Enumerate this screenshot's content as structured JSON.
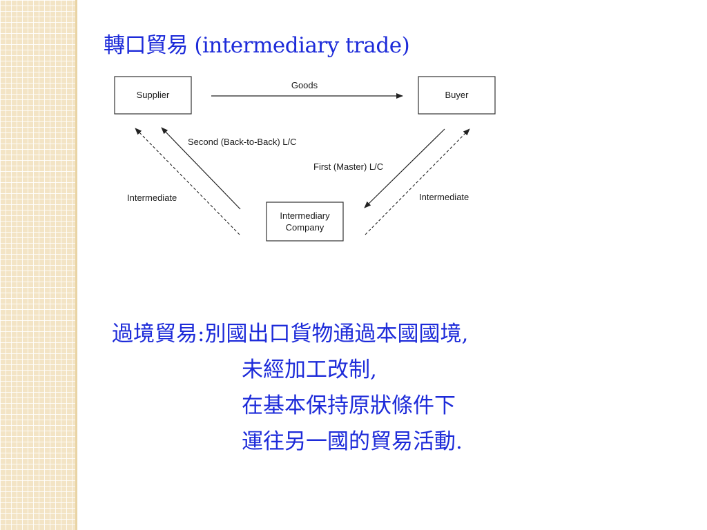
{
  "slide": {
    "title": "轉口貿易 (intermediary trade)",
    "accent_color": "#1d2bd9",
    "sidebar_color": "#f3e4c5"
  },
  "diagram": {
    "nodes": {
      "supplier": "Supplier",
      "buyer": "Buyer",
      "intermediary_line1": "Intermediary",
      "intermediary_line2": "Company"
    },
    "edges": {
      "goods": "Goods",
      "second_lc": "Second (Back-to-Back) L/C",
      "first_lc": "First (Master) L/C",
      "intermediate_left": "Intermediate",
      "intermediate_right": "Intermediate"
    }
  },
  "description": {
    "line1": "過境貿易:別國出口貨物通過本國國境,",
    "line2": "未經加工改制,",
    "line3": "在基本保持原狀條件下",
    "line4": "運往另一國的貿易活動."
  }
}
